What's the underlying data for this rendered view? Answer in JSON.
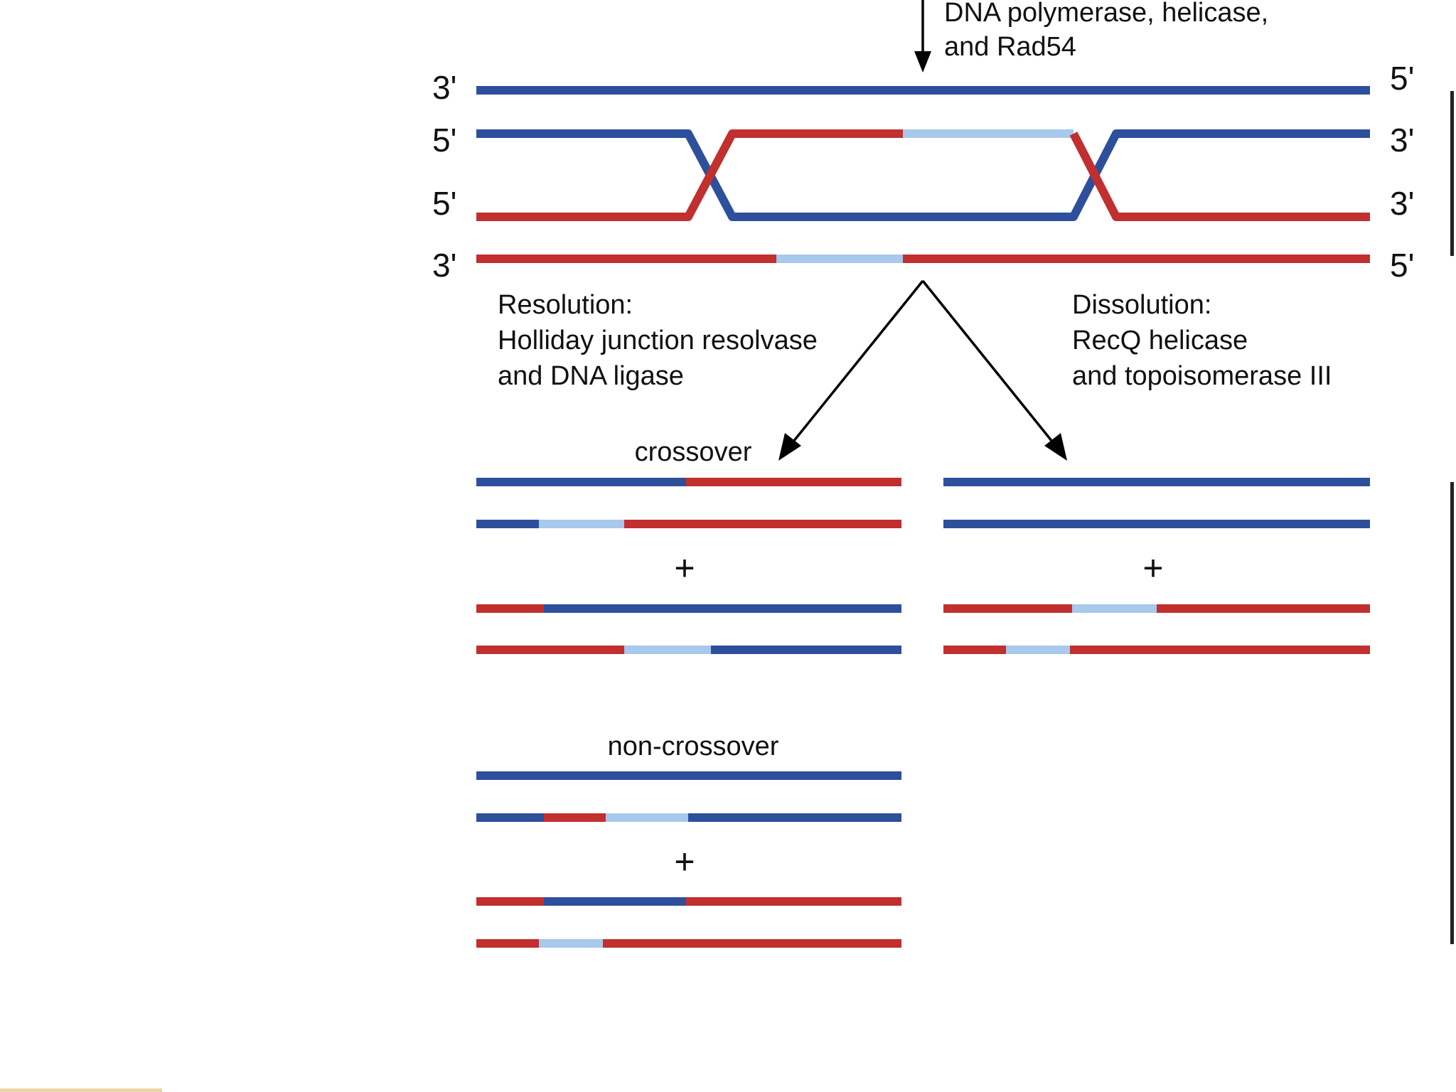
{
  "colors": {
    "dark_blue": "#2d4f9c",
    "red": "#c12f2f",
    "light_blue": "#a8c8ec"
  },
  "step_label": {
    "line1": "DNA polymerase, helicase,",
    "line2": "and Rad54"
  },
  "strand_ends": {
    "left": [
      "3'",
      "5'",
      "5'",
      "3'"
    ],
    "right": [
      "5'",
      "3'",
      "3'",
      "5'"
    ]
  },
  "resolution": {
    "title": "Resolution:",
    "line1": "Holliday junction resolvase",
    "line2": "and DNA ligase"
  },
  "dissolution": {
    "title": "Dissolution:",
    "line1": "RecQ helicase",
    "line2": "and topoisomerase III"
  },
  "products": {
    "crossover_label": "crossover",
    "noncrossover_label": "non-crossover",
    "plus": "+"
  }
}
